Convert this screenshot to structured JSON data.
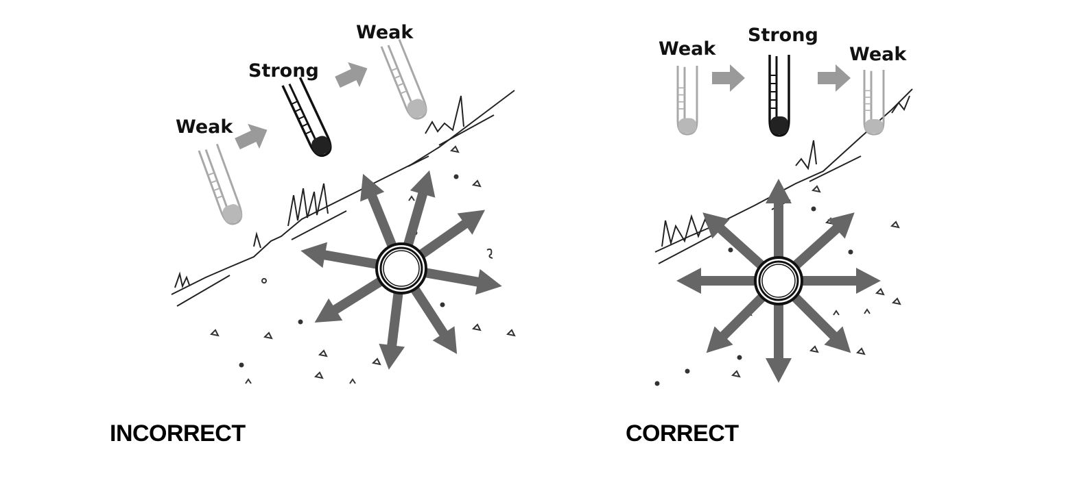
{
  "panels": {
    "incorrect": {
      "caption": "INCORRECT",
      "labels": {
        "first": "Weak",
        "middle": "Strong",
        "last": "Weak"
      }
    },
    "correct": {
      "caption": "CORRECT",
      "labels": {
        "first": "Weak",
        "middle": "Strong",
        "last": "Weak"
      }
    }
  },
  "colors": {
    "arrow": "#666666",
    "probe_strong": "#111111",
    "probe_weak": "#9a9a9a",
    "ground_line": "#222222"
  }
}
